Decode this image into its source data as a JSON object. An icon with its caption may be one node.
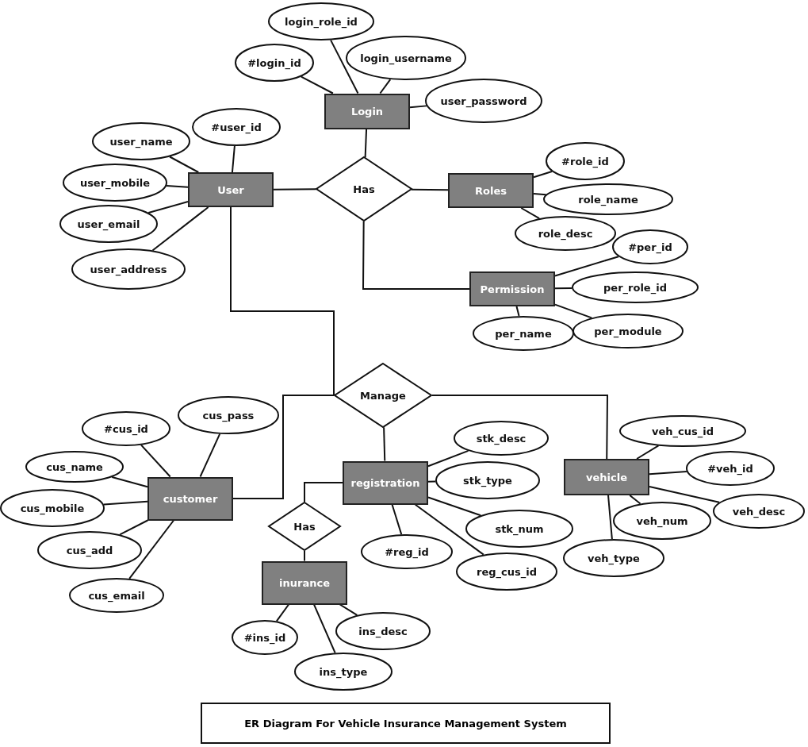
{
  "diagram": {
    "title": "ER Diagram For Vehicle Insurance Management System",
    "nodes": [
      {
        "text": [
          "login_role_id"
        ]
      },
      {
        "text": [
          "#login_id"
        ]
      },
      {
        "text": [
          "login_username"
        ]
      },
      {
        "text": [
          "Login"
        ]
      },
      {
        "text": [
          "user_password"
        ]
      },
      {
        "text": [
          "#user_id"
        ]
      },
      {
        "text": [
          "user_name"
        ]
      },
      {
        "text": [
          "User"
        ]
      },
      {
        "text": [
          "user_mobile"
        ]
      },
      {
        "text": [
          "Has"
        ]
      },
      {
        "text": [
          "Roles"
        ]
      },
      {
        "text": [
          "#role_id"
        ]
      },
      {
        "text": [
          "role_name"
        ]
      },
      {
        "text": [
          "role_desc"
        ]
      },
      {
        "text": [
          "user_email"
        ]
      },
      {
        "text": [
          "user_address"
        ]
      },
      {
        "text": [
          "#per_id"
        ]
      },
      {
        "text": [
          "Permission"
        ]
      },
      {
        "text": [
          "per_role_id"
        ]
      },
      {
        "text": [
          "per_name"
        ]
      },
      {
        "text": [
          "per_module"
        ]
      },
      {
        "text": [
          "Manage"
        ]
      },
      {
        "text": [
          "cus_pass"
        ]
      },
      {
        "text": [
          "#cus_id"
        ]
      },
      {
        "text": [
          "stk_desc"
        ]
      },
      {
        "text": [
          "veh_cus_id"
        ]
      },
      {
        "text": [
          "cus_name"
        ]
      },
      {
        "text": [
          "customer"
        ]
      },
      {
        "text": [
          "registration"
        ]
      },
      {
        "text": [
          "stk_type"
        ]
      },
      {
        "text": [
          "vehicle"
        ]
      },
      {
        "text": [
          "#veh_id"
        ]
      },
      {
        "text": [
          "cus_mobile"
        ]
      },
      {
        "text": [
          "veh_desc"
        ]
      },
      {
        "text": [
          "veh_num"
        ]
      },
      {
        "text": [
          "Has"
        ]
      },
      {
        "text": [
          "stk_num"
        ]
      },
      {
        "text": [
          "cus_add"
        ]
      },
      {
        "text": [
          "#reg_id"
        ]
      },
      {
        "text": [
          "veh_type"
        ]
      },
      {
        "text": [
          "inurance"
        ]
      },
      {
        "text": [
          "reg_cus_id"
        ]
      },
      {
        "text": [
          "cus_email"
        ]
      },
      {
        "text": [
          "ins_desc"
        ]
      },
      {
        "text": [
          "#ins_id"
        ]
      },
      {
        "text": [
          "ins_type"
        ]
      }
    ],
    "edges": [
      {
        "from": 3,
        "to": 0,
        "arrow": "none"
      },
      {
        "from": 3,
        "to": 1,
        "arrow": "none"
      },
      {
        "from": 3,
        "to": 2,
        "arrow": "none"
      },
      {
        "from": 3,
        "to": 4,
        "arrow": "none"
      },
      {
        "from": 7,
        "to": 5,
        "arrow": "none"
      },
      {
        "from": 7,
        "to": 6,
        "arrow": "none"
      },
      {
        "from": 7,
        "to": 8,
        "arrow": "none"
      },
      {
        "from": 7,
        "to": 14,
        "arrow": "none"
      },
      {
        "from": 7,
        "to": 15,
        "arrow": "none"
      },
      {
        "from": 10,
        "to": 11,
        "arrow": "none"
      },
      {
        "from": 10,
        "to": 12,
        "arrow": "none"
      },
      {
        "from": 10,
        "to": 13,
        "arrow": "none"
      },
      {
        "from": 17,
        "to": 16,
        "arrow": "none"
      },
      {
        "from": 17,
        "to": 18,
        "arrow": "none"
      },
      {
        "from": 17,
        "to": 19,
        "arrow": "none"
      },
      {
        "from": 17,
        "to": 20,
        "arrow": "none"
      },
      {
        "from": 27,
        "to": 22,
        "arrow": "none"
      },
      {
        "from": 27,
        "to": 23,
        "arrow": "none"
      },
      {
        "from": 27,
        "to": 26,
        "arrow": "none"
      },
      {
        "from": 27,
        "to": 32,
        "arrow": "none"
      },
      {
        "from": 27,
        "to": 37,
        "arrow": "none"
      },
      {
        "from": 27,
        "to": 42,
        "arrow": "none"
      },
      {
        "from": 28,
        "to": 24,
        "arrow": "none"
      },
      {
        "from": 28,
        "to": 29,
        "arrow": "none"
      },
      {
        "from": 28,
        "to": 36,
        "arrow": "none"
      },
      {
        "from": 28,
        "to": 38,
        "arrow": "none"
      },
      {
        "from": 28,
        "to": 41,
        "arrow": "none"
      },
      {
        "from": 30,
        "to": 25,
        "arrow": "none"
      },
      {
        "from": 30,
        "to": 31,
        "arrow": "none"
      },
      {
        "from": 30,
        "to": 33,
        "arrow": "none"
      },
      {
        "from": 30,
        "to": 34,
        "arrow": "none"
      },
      {
        "from": 30,
        "to": 39,
        "arrow": "none"
      },
      {
        "from": 40,
        "to": 43,
        "arrow": "none"
      },
      {
        "from": 40,
        "to": 44,
        "arrow": "none"
      },
      {
        "from": 40,
        "to": 45,
        "arrow": "none"
      },
      {
        "from": 7,
        "to": 9,
        "arrow": "none"
      },
      {
        "from": 3,
        "to": 9,
        "arrow": "none"
      },
      {
        "from": 9,
        "to": 10,
        "arrow": "none"
      },
      {
        "from": 9,
        "to": 17,
        "arrow": "none"
      },
      {
        "from": 7,
        "to": 21,
        "arrow": "none"
      },
      {
        "from": 27,
        "to": 21,
        "arrow": "none"
      },
      {
        "from": 21,
        "to": 28,
        "arrow": "none"
      },
      {
        "from": 21,
        "to": 30,
        "arrow": "none"
      },
      {
        "from": 28,
        "to": 35,
        "arrow": "none"
      },
      {
        "from": 35,
        "to": 40,
        "arrow": "none"
      }
    ]
  }
}
